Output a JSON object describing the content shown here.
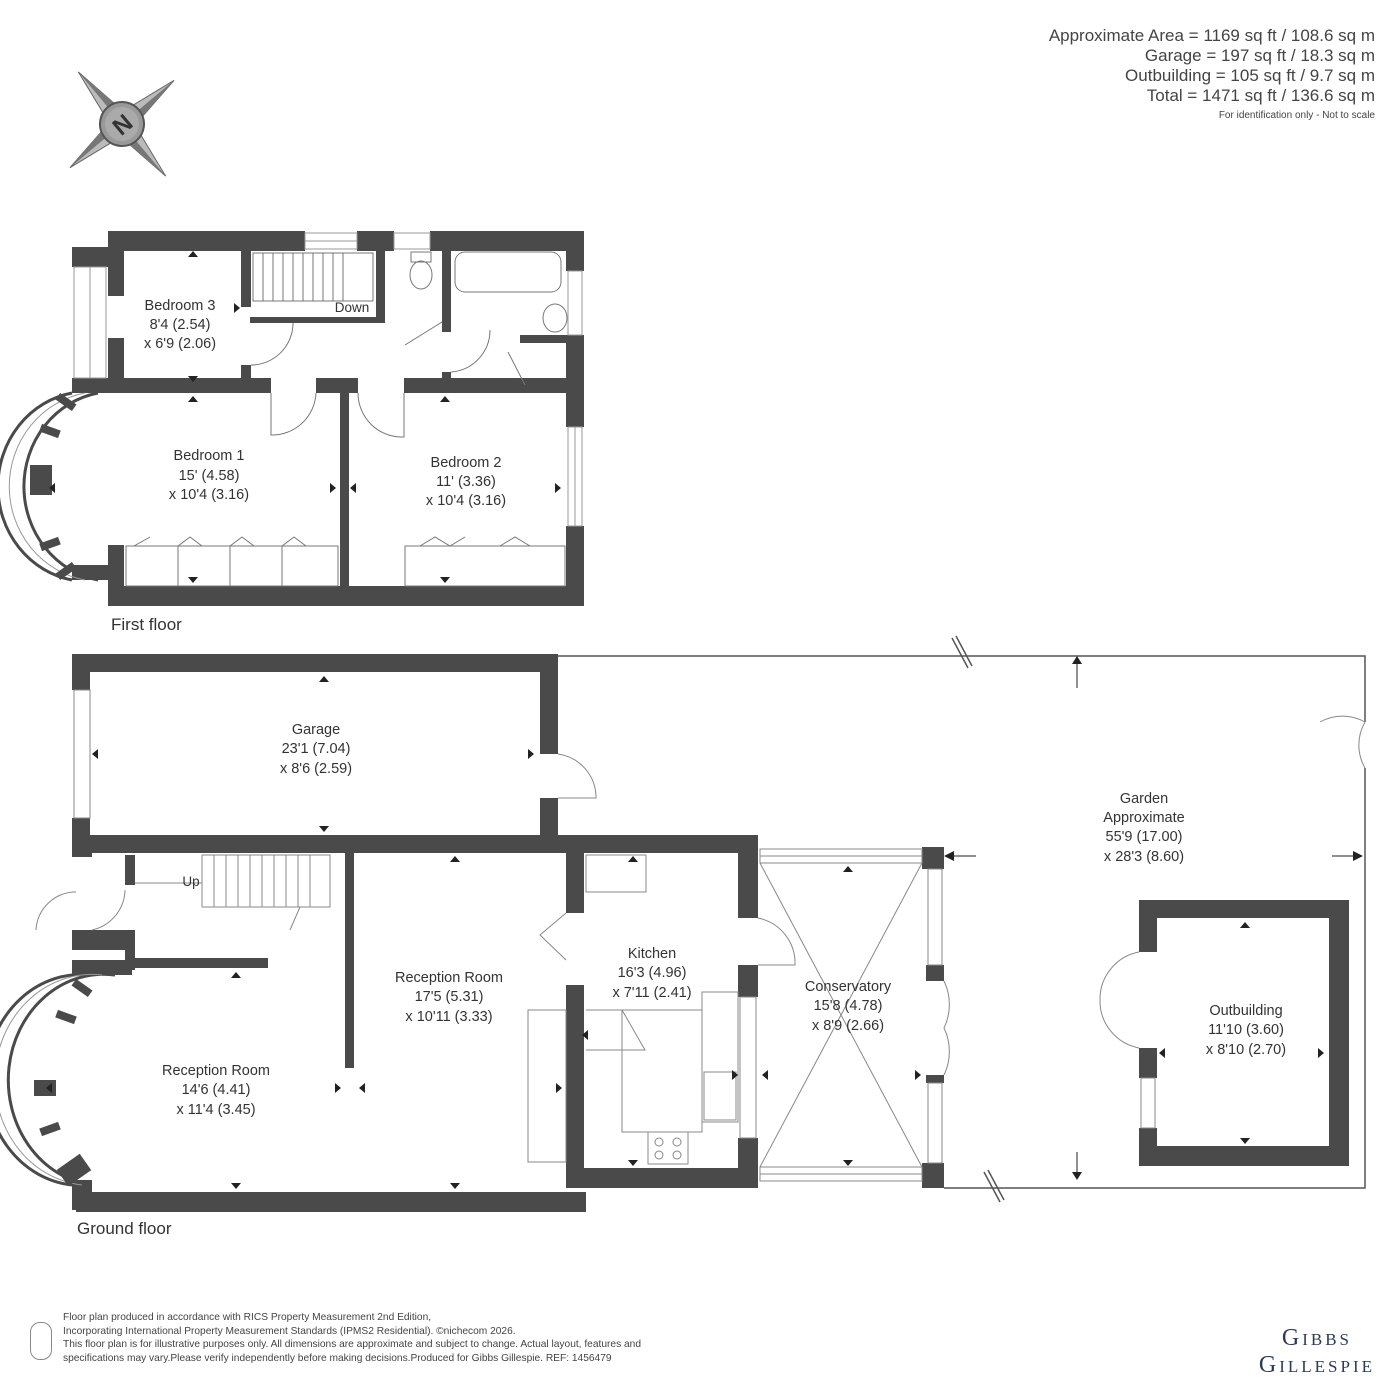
{
  "areas": {
    "lines": [
      "Approximate Area = 1169 sq ft / 108.6 sq m",
      "Garage = 197 sq ft / 18.3 sq m",
      "Outbuilding = 105 sq ft / 9.7 sq m",
      "Total = 1471 sq ft / 136.6 sq m"
    ],
    "note": "For identification only - Not to scale"
  },
  "compass": {
    "icon": "north-compass-icon",
    "letter": "N"
  },
  "floors": {
    "first": "First floor",
    "ground": "Ground floor"
  },
  "rooms": {
    "bedroom3": {
      "name": "Bedroom 3",
      "dim1": "8'4 (2.54)",
      "dim2": "x 6'9 (2.06)"
    },
    "bedroom1": {
      "name": "Bedroom 1",
      "dim1": "15' (4.58)",
      "dim2": "x 10'4 (3.16)"
    },
    "bedroom2": {
      "name": "Bedroom 2",
      "dim1": "11' (3.36)",
      "dim2": "x 10'4 (3.16)"
    },
    "garage": {
      "name": "Garage",
      "dim1": "23'1 (7.04)",
      "dim2": "x 8'6 (2.59)"
    },
    "reception_front": {
      "name": "Reception Room",
      "dim1": "14'6 (4.41)",
      "dim2": "x 11'4 (3.45)"
    },
    "reception_rear": {
      "name": "Reception Room",
      "dim1": "17'5 (5.31)",
      "dim2": "x 10'11 (3.33)"
    },
    "kitchen": {
      "name": "Kitchen",
      "dim1": "16'3 (4.96)",
      "dim2": "x 7'11 (2.41)"
    },
    "conservatory": {
      "name": "Conservatory",
      "dim1": "15'8 (4.78)",
      "dim2": "x 8'9 (2.66)"
    },
    "garden": {
      "name": "Garden",
      "sub": "Approximate",
      "dim1": "55'9 (17.00)",
      "dim2": "x 28'3 (8.60)"
    },
    "outbuilding": {
      "name": "Outbuilding",
      "dim1": "11'10 (3.60)",
      "dim2": "x 8'10 (2.70)"
    }
  },
  "stairs": {
    "down": "Down",
    "up": "Up"
  },
  "disclaimer": {
    "lines": [
      "Floor plan produced in accordance with RICS Property Measurement 2nd Edition,",
      "Incorporating International Property Measurement Standards (IPMS2 Residential).  ©nichecom 2026.",
      "This floor plan is for illustrative purposes only. All dimensions are approximate and subject to change. Actual layout, features and",
      "specifications may vary.Please verify independently before making decisions.Produced for Gibbs Gillespie.   REF: 1456479"
    ]
  },
  "logo": {
    "line1": "Gibbs",
    "line2": "Gillespie"
  },
  "colors": {
    "wall": "#4a4a4a",
    "text": "#333333",
    "logo": "#2a3c55"
  }
}
